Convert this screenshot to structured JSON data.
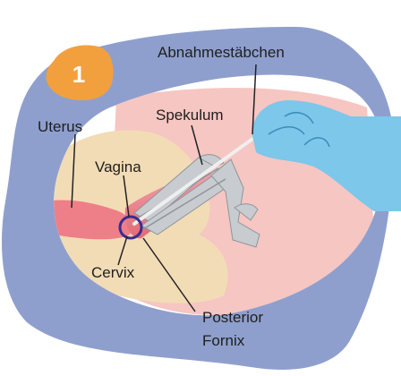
{
  "step": {
    "number": "1"
  },
  "labels": {
    "swab": "Abnahmestäbchen",
    "speculum": "Spekulum",
    "uterus": "Uterus",
    "vagina": "Vagina",
    "cervix": "Cervix",
    "posterior_line1": "Posterior",
    "posterior_line2": "Fornix"
  },
  "colors": {
    "frame": "#8f9fcd",
    "badge": "#f2a03d",
    "body_tissue": "#f6c6c2",
    "inner_tissue": "#f2dcb6",
    "canal": "#ee7f88",
    "glove": "#7cc7ea",
    "instrument": "#c8ccd0",
    "cervix_marker": "#3a2c8e"
  },
  "icons": {
    "step_badge": "step-badge-icon",
    "glove": "gloved-hand-icon",
    "speculum": "speculum-icon",
    "swab": "swab-icon"
  }
}
